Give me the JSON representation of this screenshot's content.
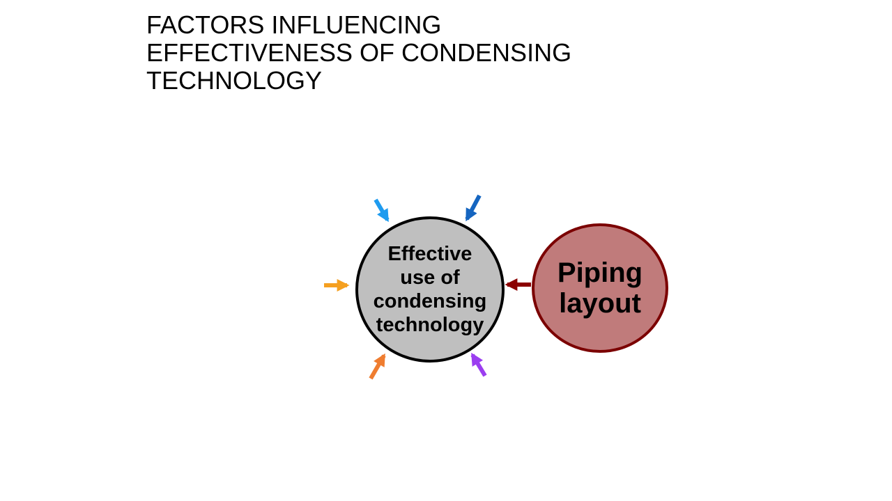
{
  "title": {
    "lines": [
      "FACTORS INFLUENCING",
      "EFFECTIVENESS OF CONDENSING",
      "TECHNOLOGY"
    ]
  },
  "diagram": {
    "hub": {
      "lines": [
        "Effective",
        "use of",
        "condensing",
        "technology"
      ],
      "fill": "#bfbfbf",
      "stroke": "#000000"
    },
    "factor": {
      "lines": [
        "Piping",
        "layout"
      ],
      "fill": "#c07b7b",
      "stroke": "#7b0000"
    },
    "arrow_colors": {
      "top_left": "#1e9bef",
      "top_right": "#1565c0",
      "left": "#f5a020",
      "bottom_left": "#ef7d30",
      "bottom_right": "#9b3ef0",
      "right": "#8b0000"
    }
  }
}
